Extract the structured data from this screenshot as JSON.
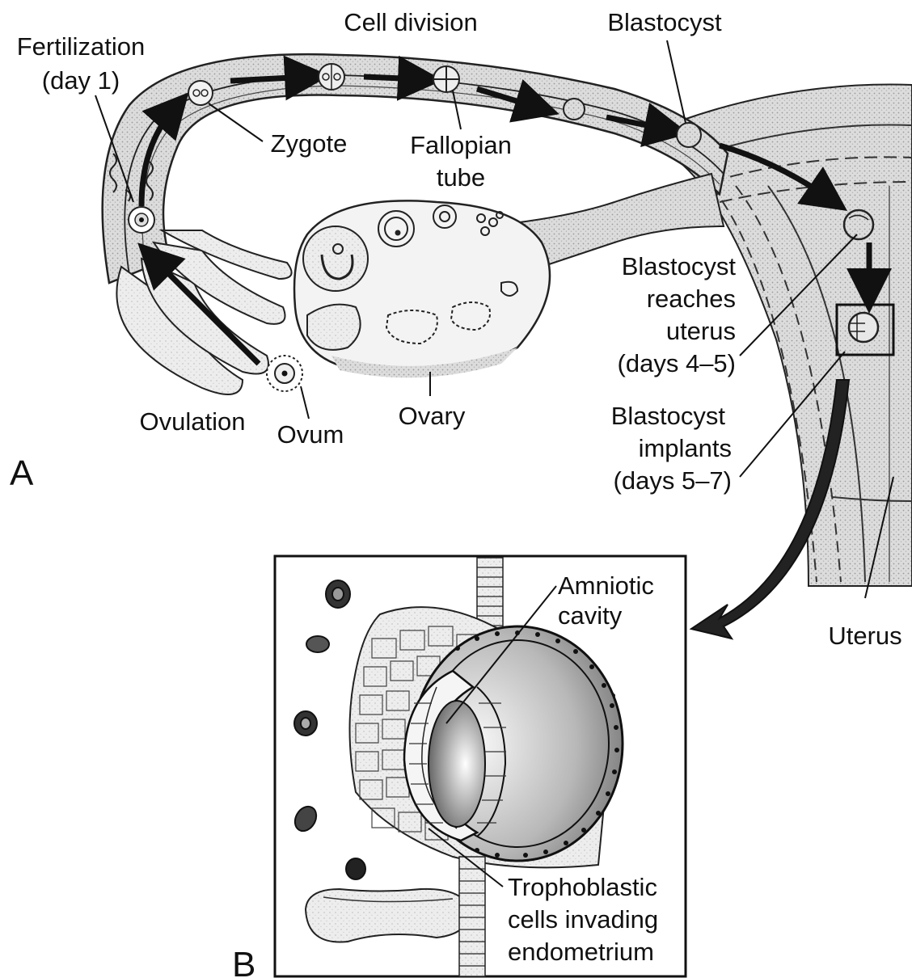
{
  "panel_a": {
    "letter": "A",
    "labels": {
      "cell_division": "Cell division",
      "blastocyst": "Blastocyst",
      "fertilization_1": "Fertilization",
      "fertilization_2": "(day 1)",
      "zygote": "Zygote",
      "fallopian_1": "Fallopian",
      "fallopian_2": "tube",
      "reaches_1": "Blastocyst",
      "reaches_2": "reaches",
      "reaches_3": "uterus",
      "reaches_4": "(days 4–5)",
      "implants_1": "Blastocyst",
      "implants_2": "implants",
      "implants_3": "(days 5–7)",
      "ovulation": "Ovulation",
      "ovum": "Ovum",
      "ovary": "Ovary",
      "uterus": "Uterus"
    }
  },
  "panel_b": {
    "letter": "B",
    "labels": {
      "amniotic_1": "Amniotic",
      "amniotic_2": "cavity",
      "tropho_1": "Trophoblastic",
      "tropho_2": "cells invading",
      "tropho_3": "endometrium"
    }
  }
}
